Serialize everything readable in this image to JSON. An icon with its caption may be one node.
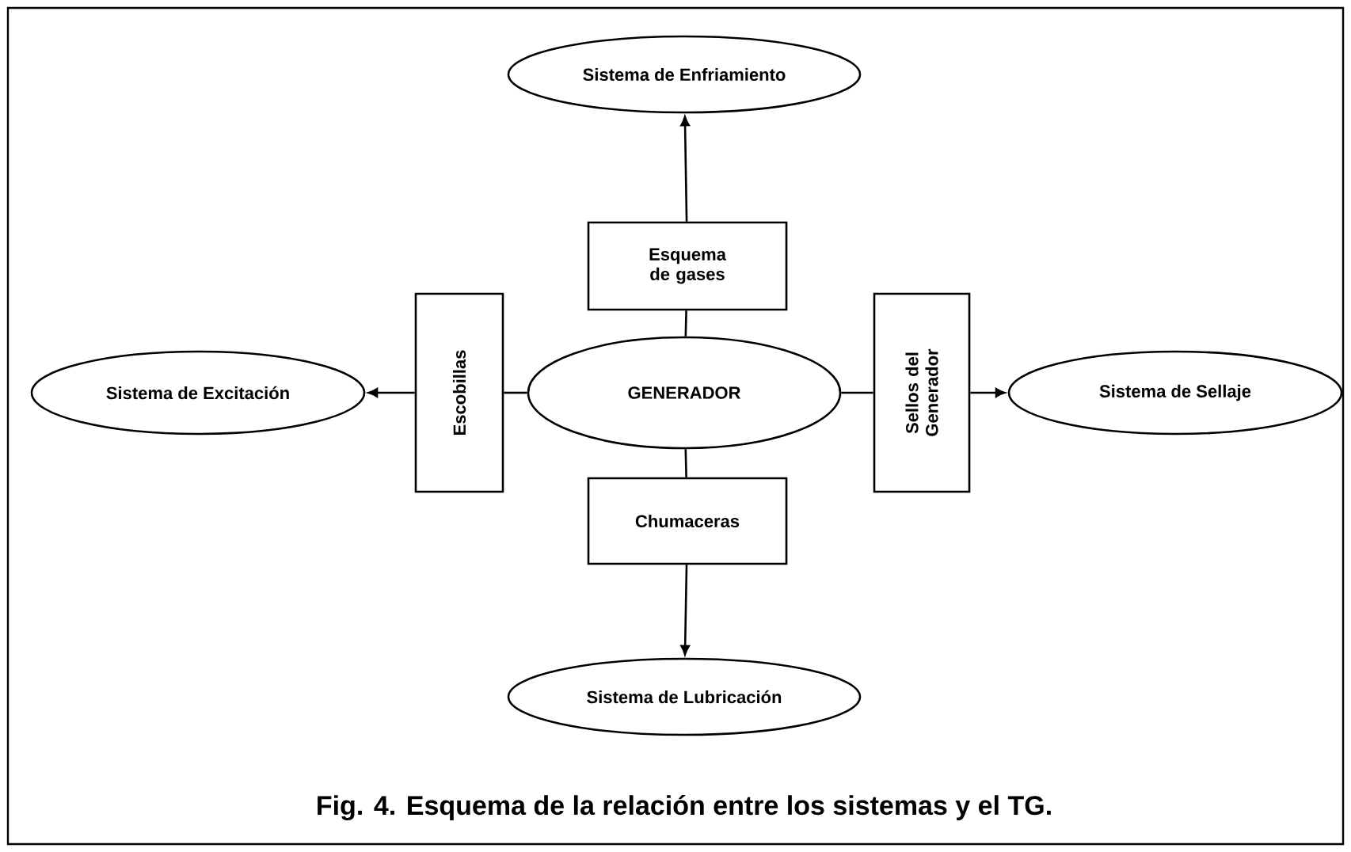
{
  "diagram": {
    "caption": "Fig. 4.  Esquema de la relación entre los sistemas y el TG.",
    "nodes": [
      {
        "text": [
          "Sistema de Enfriamiento"
        ]
      },
      {
        "text": [
          "Esquema de gases"
        ]
      },
      {
        "text": [
          "Sistema de Excitación"
        ]
      },
      {
        "text": [
          "Escobillas"
        ]
      },
      {
        "text": [
          "GENERADOR"
        ]
      },
      {
        "text": [
          "Sellos del Generador"
        ]
      },
      {
        "text": [
          "Sistema de Sellaje"
        ]
      },
      {
        "text": [
          "Chumaceras"
        ]
      },
      {
        "text": [
          "Sistema de Lubricación"
        ]
      }
    ],
    "edges": [
      {
        "from": 4,
        "to": 1,
        "arrow": "none"
      },
      {
        "from": 1,
        "to": 0,
        "arrow": "to"
      },
      {
        "from": 4,
        "to": 3,
        "arrow": "none"
      },
      {
        "from": 3,
        "to": 2,
        "arrow": "to"
      },
      {
        "from": 4,
        "to": 5,
        "arrow": "none"
      },
      {
        "from": 5,
        "to": 6,
        "arrow": "to"
      },
      {
        "from": 4,
        "to": 7,
        "arrow": "none"
      },
      {
        "from": 7,
        "to": 8,
        "arrow": "to"
      }
    ]
  }
}
